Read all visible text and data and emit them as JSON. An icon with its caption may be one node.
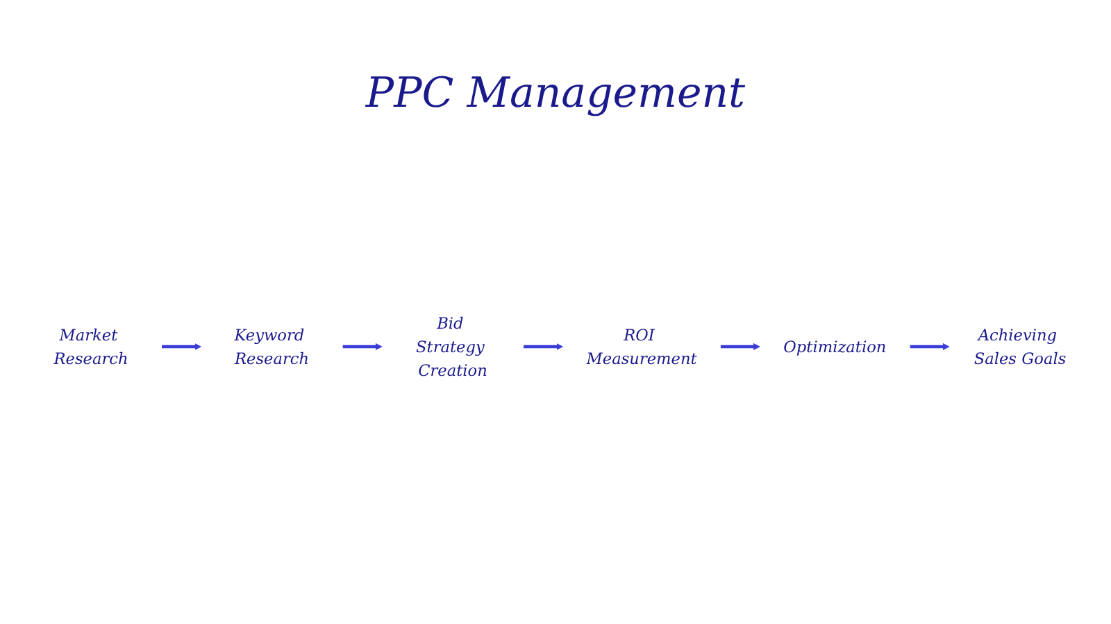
{
  "diagram": {
    "nodes": [
      {
        "text": [
          "Market Research"
        ]
      },
      {
        "text": [
          "Keyword Research"
        ]
      },
      {
        "text": [
          "Bid Strategy Creation"
        ]
      },
      {
        "text": [
          "ROI Measurement"
        ]
      },
      {
        "text": [
          "Optimization"
        ]
      },
      {
        "text": [
          "Achieving Sales Goals"
        ]
      }
    ],
    "edges": [
      {
        "from": 0,
        "to": 1,
        "arrow": "to"
      },
      {
        "from": 1,
        "to": 2,
        "arrow": "to"
      },
      {
        "from": 2,
        "to": 3,
        "arrow": "to"
      },
      {
        "from": 3,
        "to": 4,
        "arrow": "to"
      },
      {
        "from": 4,
        "to": 5,
        "arrow": "to"
      }
    ],
    "labels": [
      "PPC Management"
    ]
  }
}
